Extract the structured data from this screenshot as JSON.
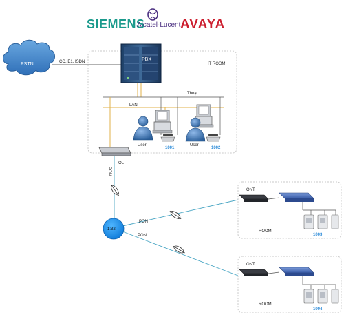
{
  "logos": {
    "siemens": "SIEMENS",
    "alcatel": "Alcatel·Lucent",
    "avaya": "AVAYA"
  },
  "labels": {
    "pstn": "PSTN",
    "trunk": "CO, E1, ISDN",
    "pbx": "PBX",
    "it_room": "IT ROOM",
    "lan": "LAN",
    "thoai": "Thoại",
    "user_1": "User",
    "user_2": "User",
    "ext_1": "1001",
    "ext_2": "1002",
    "olt": "OLT",
    "pon_vertical": "PON",
    "splitter": "1:32",
    "pon_upper": "PON",
    "pon_lower": "PON",
    "ont_1": "ONT",
    "ont_2": "ONT",
    "room_1": "ROOM",
    "room_2": "ROOM",
    "ext_3": "1003",
    "ext_4": "1004"
  },
  "colors": {
    "siemens": "#1a9a8c",
    "alcatel": "#4a2e80",
    "avaya": "#cc1f2f",
    "cloud": "#3d82c8",
    "splitter": "#1890e8",
    "fiber": "#4aa6c4",
    "lan": "#e0b24a",
    "ext_text": "#2a8ad8",
    "box_border": "#c8c8c8"
  }
}
